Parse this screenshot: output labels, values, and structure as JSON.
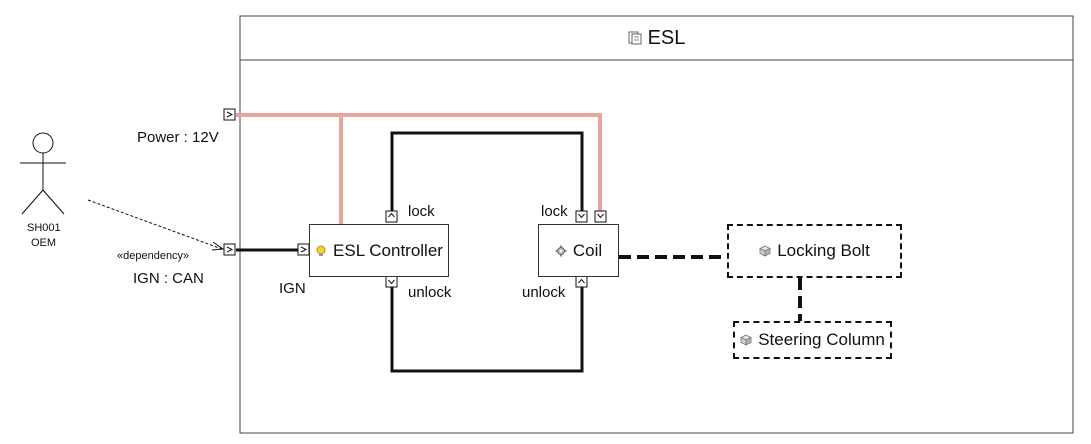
{
  "block": {
    "title": "ESL",
    "icon": "block-icon"
  },
  "actor": {
    "id": "SH001",
    "role": "OEM",
    "icon": "stick-figure-actor-icon"
  },
  "external_ports": {
    "power_label": "Power : 12V",
    "ign_label": "IGN : CAN",
    "dependency_stereotype": "«dependency»"
  },
  "parts": {
    "controller": {
      "label": "ESL Controller",
      "icon": "controller-icon"
    },
    "coil": {
      "label": "Coil",
      "icon": "gear-icon"
    },
    "locking_bolt": {
      "label": "Locking Bolt",
      "icon": "cube-icon"
    },
    "steering_column": {
      "label": "Steering Column",
      "icon": "cube-icon"
    }
  },
  "port_labels": {
    "controller_ign": "IGN",
    "controller_lock": "lock",
    "controller_unlock": "unlock",
    "coil_lock": "lock",
    "coil_unlock": "unlock"
  },
  "colors": {
    "power_line": "#e8a5a0",
    "signal_line": "#111111",
    "frame": "#444444"
  }
}
